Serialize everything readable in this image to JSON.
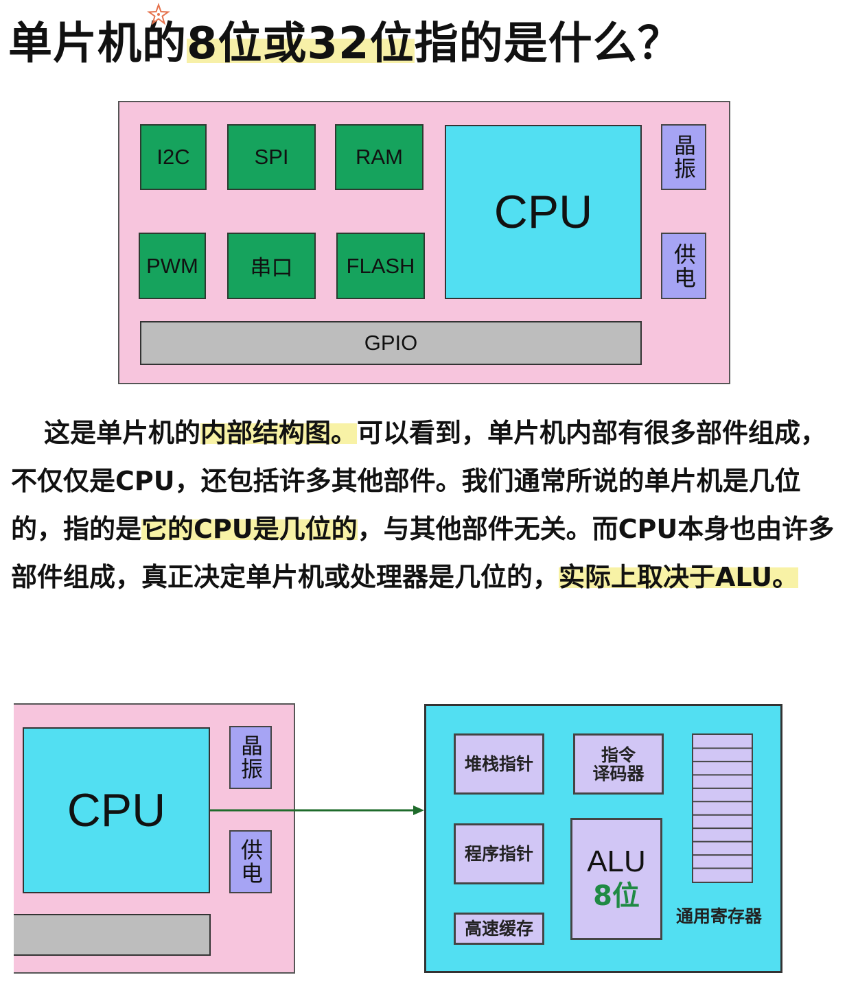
{
  "title": {
    "part1": "单片机的",
    "highlight1": "8位或32位",
    "part2": "指的是什么？"
  },
  "top_diagram": {
    "blocks": {
      "i2c": "I2C",
      "spi": "SPI",
      "ram": "RAM",
      "pwm": "PWM",
      "uart": "串口",
      "flash": "FLASH",
      "cpu": "CPU",
      "crystal": "晶振",
      "power": "供电",
      "gpio": "GPIO"
    }
  },
  "paragraph": {
    "s1": "这是单片机的",
    "h1": "内部结构图。",
    "s2": "可以看到，单片机内部有很多部件组成，不仅仅是CPU，还包括许多其他部件。我们通常所说的单片机是几位的，指的是",
    "h2": "它的CPU是几位的",
    "s3": "，与其他部件无关。而CPU本身也由许多部件组成，真正决定单片机或处理器是几位的，",
    "h3": "实际上取决于ALU。"
  },
  "bottom_left": {
    "cpu": "CPU",
    "crystal": "晶振",
    "power": "供电"
  },
  "cpu_internals": {
    "stack_pointer": "堆栈指针",
    "instruction_decoder": "指令\n译码器",
    "program_counter": "程序指针",
    "cache": "高速缓存",
    "alu": "ALU",
    "alu_bits": "8位",
    "general_registers": "通用寄存器",
    "register_rows": 11
  },
  "colors": {
    "board_pink": "#f7c5dd",
    "module_green": "#16a35d",
    "cpu_cyan": "#52dff2",
    "side_purple": "#a6a4f4",
    "gpio_gray": "#bdbdbd",
    "internal_lavender": "#d1c6f5",
    "arrow_green": "#1f6b2b",
    "alu_bits_green": "#1f8a44",
    "highlight_yellow": "#f8f2a6"
  }
}
